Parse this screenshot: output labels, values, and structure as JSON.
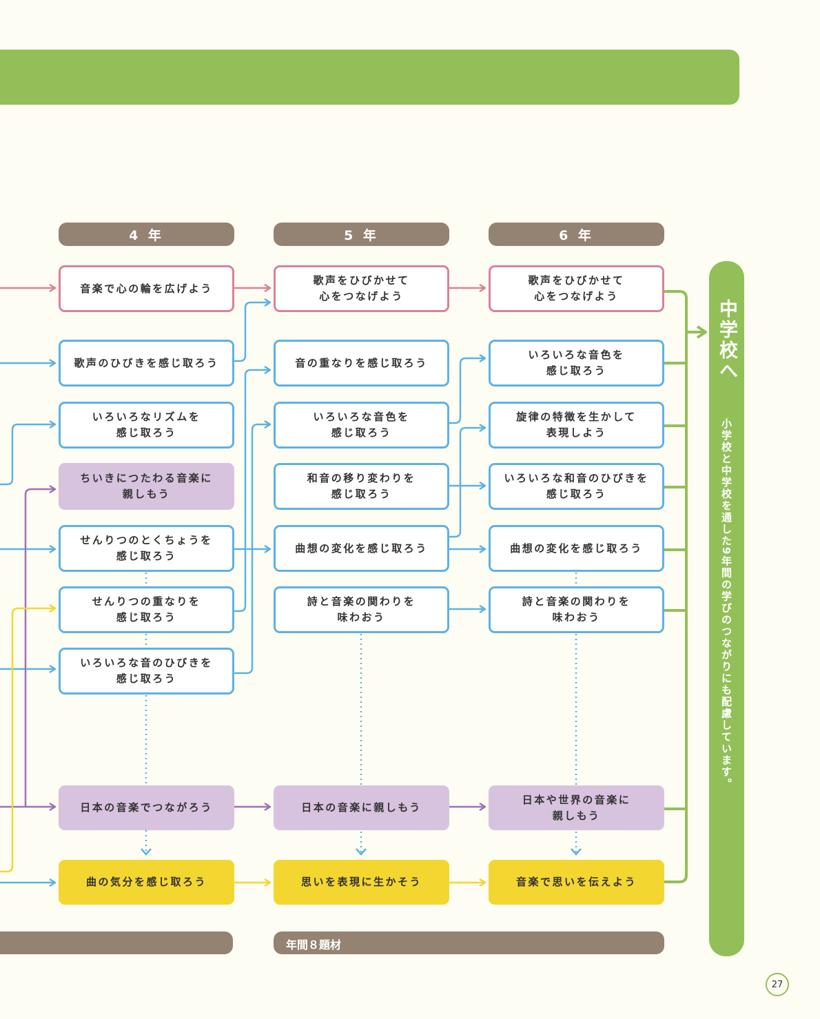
{
  "years": {
    "y4": "4 年",
    "y5": "5 年",
    "y6": "6 年"
  },
  "rows": {
    "r1": {
      "c4": "音楽で心の輪を広げよう",
      "c5": "歌声をひびかせて\n心をつなげよう",
      "c6": "歌声をひびかせて\n心をつなげよう"
    },
    "r2": {
      "c4": "歌声のひびきを感じ取ろう",
      "c5": "音の重なりを感じ取ろう",
      "c6": "いろいろな音色を\n感じ取ろう"
    },
    "r3": {
      "c4": "いろいろなリズムを\n感じ取ろう",
      "c5": "いろいろな音色を\n感じ取ろう",
      "c6": "旋律の特徴を生かして\n表現しよう"
    },
    "r4": {
      "c4": "ちいきにつたわる音楽に\n親しもう",
      "c5": "和音の移り変わりを\n感じ取ろう",
      "c6": "いろいろな和音のひびきを\n感じ取ろう"
    },
    "r5": {
      "c4": "せんりつのとくちょうを\n感じ取ろう",
      "c5": "曲想の変化を感じ取ろう",
      "c6": "曲想の変化を感じ取ろう"
    },
    "r6": {
      "c4": "せんりつの重なりを\n感じ取ろう",
      "c5": "詩と音楽の関わりを\n味わおう",
      "c6": "詩と音楽の関わりを\n味わおう"
    },
    "r7": {
      "c4": "いろいろな音のひびきを\n感じ取ろう"
    },
    "r8": {
      "c4": "日本の音楽でつながろう",
      "c5": "日本の音楽に親しもう",
      "c6": "日本や世界の音楽に\n親しもう"
    },
    "r9": {
      "c4": "曲の気分を感じ取ろう",
      "c5": "思いを表現に生かそう",
      "c6": "音楽で思いを伝えよう"
    }
  },
  "side": {
    "title": "中学校へ",
    "note": "小学校と中学校を通した9年間の学びのつながりにも配慮しています。"
  },
  "footer": {
    "annual": "年間８題材"
  },
  "page_number": "27",
  "colors": {
    "green": "#93bf59",
    "brown": "#948273",
    "pink": "#d9819a",
    "blue": "#5cb2e3",
    "purple": "#a26fb4",
    "lavender": "#d8c3df",
    "yellow": "#f4d630"
  }
}
